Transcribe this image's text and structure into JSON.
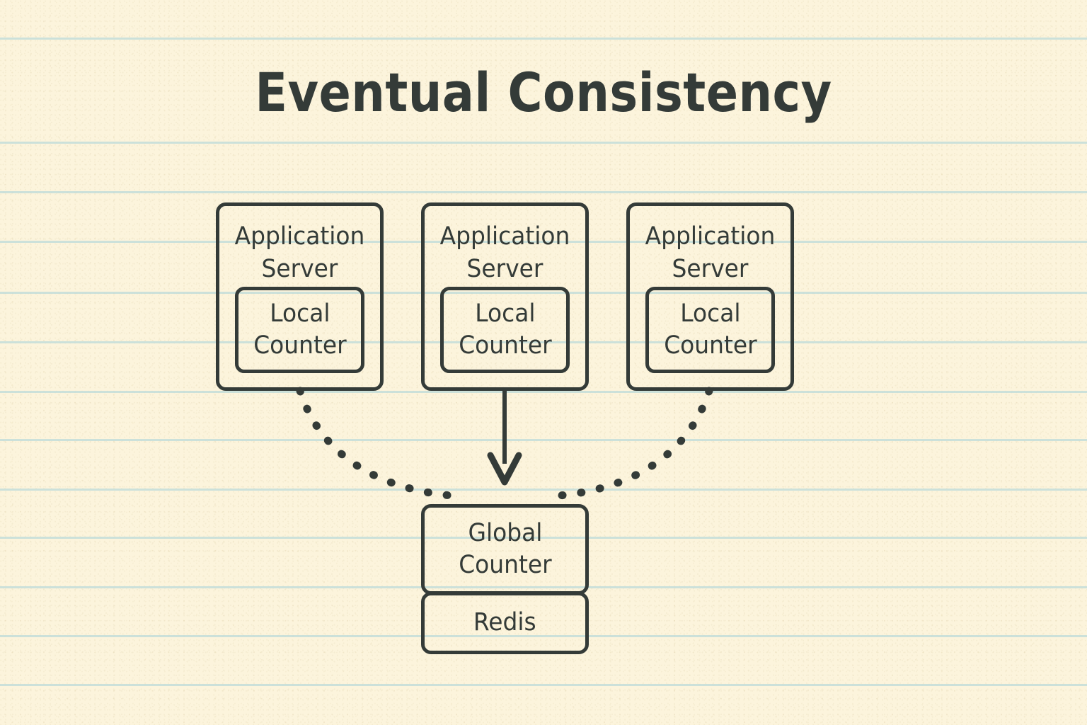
{
  "page": {
    "title": "Eventual Consistency",
    "background_color": "#fcf4dc",
    "ink_color": "#343b38",
    "rule_line_color": "#c3ddd9"
  },
  "diagram": {
    "type": "flow-diagram",
    "nodes": [
      {
        "id": "app-server-1",
        "title": "Application\nServer",
        "title_line1": "Application",
        "title_line2": "Server",
        "child": {
          "id": "local-counter-1",
          "label_line1": "Local",
          "label_line2": "Counter"
        }
      },
      {
        "id": "app-server-2",
        "title": "Application\nServer",
        "title_line1": "Application",
        "title_line2": "Server",
        "child": {
          "id": "local-counter-2",
          "label_line1": "Local",
          "label_line2": "Counter"
        }
      },
      {
        "id": "app-server-3",
        "title": "Application\nServer",
        "title_line1": "Application",
        "title_line2": "Server",
        "child": {
          "id": "local-counter-3",
          "label_line1": "Local",
          "label_line2": "Counter"
        }
      }
    ],
    "store": {
      "id": "global-store",
      "counter_line1": "Global",
      "counter_line2": "Counter",
      "backend_label": "Redis"
    },
    "edges": [
      {
        "from": "app-server-1",
        "to": "global-store",
        "style": "dotted",
        "arrowhead": false
      },
      {
        "from": "app-server-2",
        "to": "global-store",
        "style": "solid",
        "arrowhead": true
      },
      {
        "from": "app-server-3",
        "to": "global-store",
        "style": "dotted",
        "arrowhead": false
      }
    ]
  }
}
